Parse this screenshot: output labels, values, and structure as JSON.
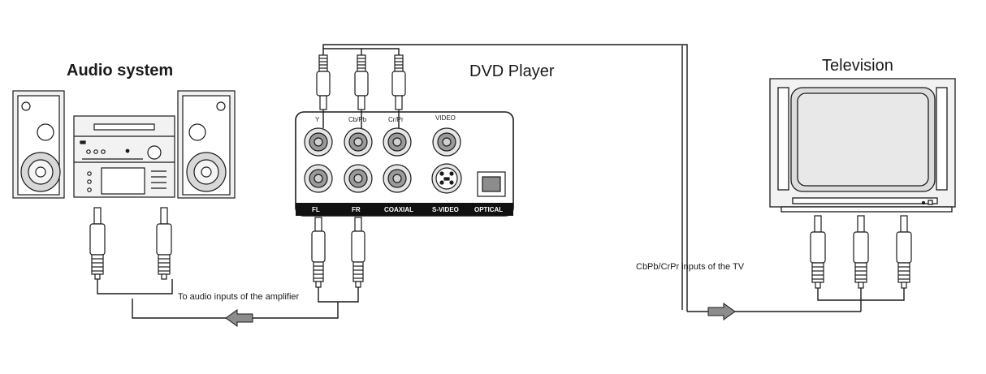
{
  "labels": {
    "audio_system": "Audio system",
    "dvd_player": "DVD Player",
    "television": "Television",
    "to_audio_inputs": "To audio inputs of the amplifier",
    "tv_inputs": "CbPb/CrPr inputs of the TV"
  },
  "dvd_panel": {
    "top_ports": [
      "Y",
      "Cb/Pb",
      "Cr/Pr",
      "VIDEO"
    ],
    "bottom_labels": [
      "FL",
      "FR",
      "COAXIAL",
      "S-VIDEO",
      "OPTICAL"
    ]
  },
  "colors": {
    "line": "#1a1a1a",
    "panel_label_bar": "#111111",
    "arrow_fill": "#8c8c8c",
    "screen": "#e0e0e0"
  }
}
